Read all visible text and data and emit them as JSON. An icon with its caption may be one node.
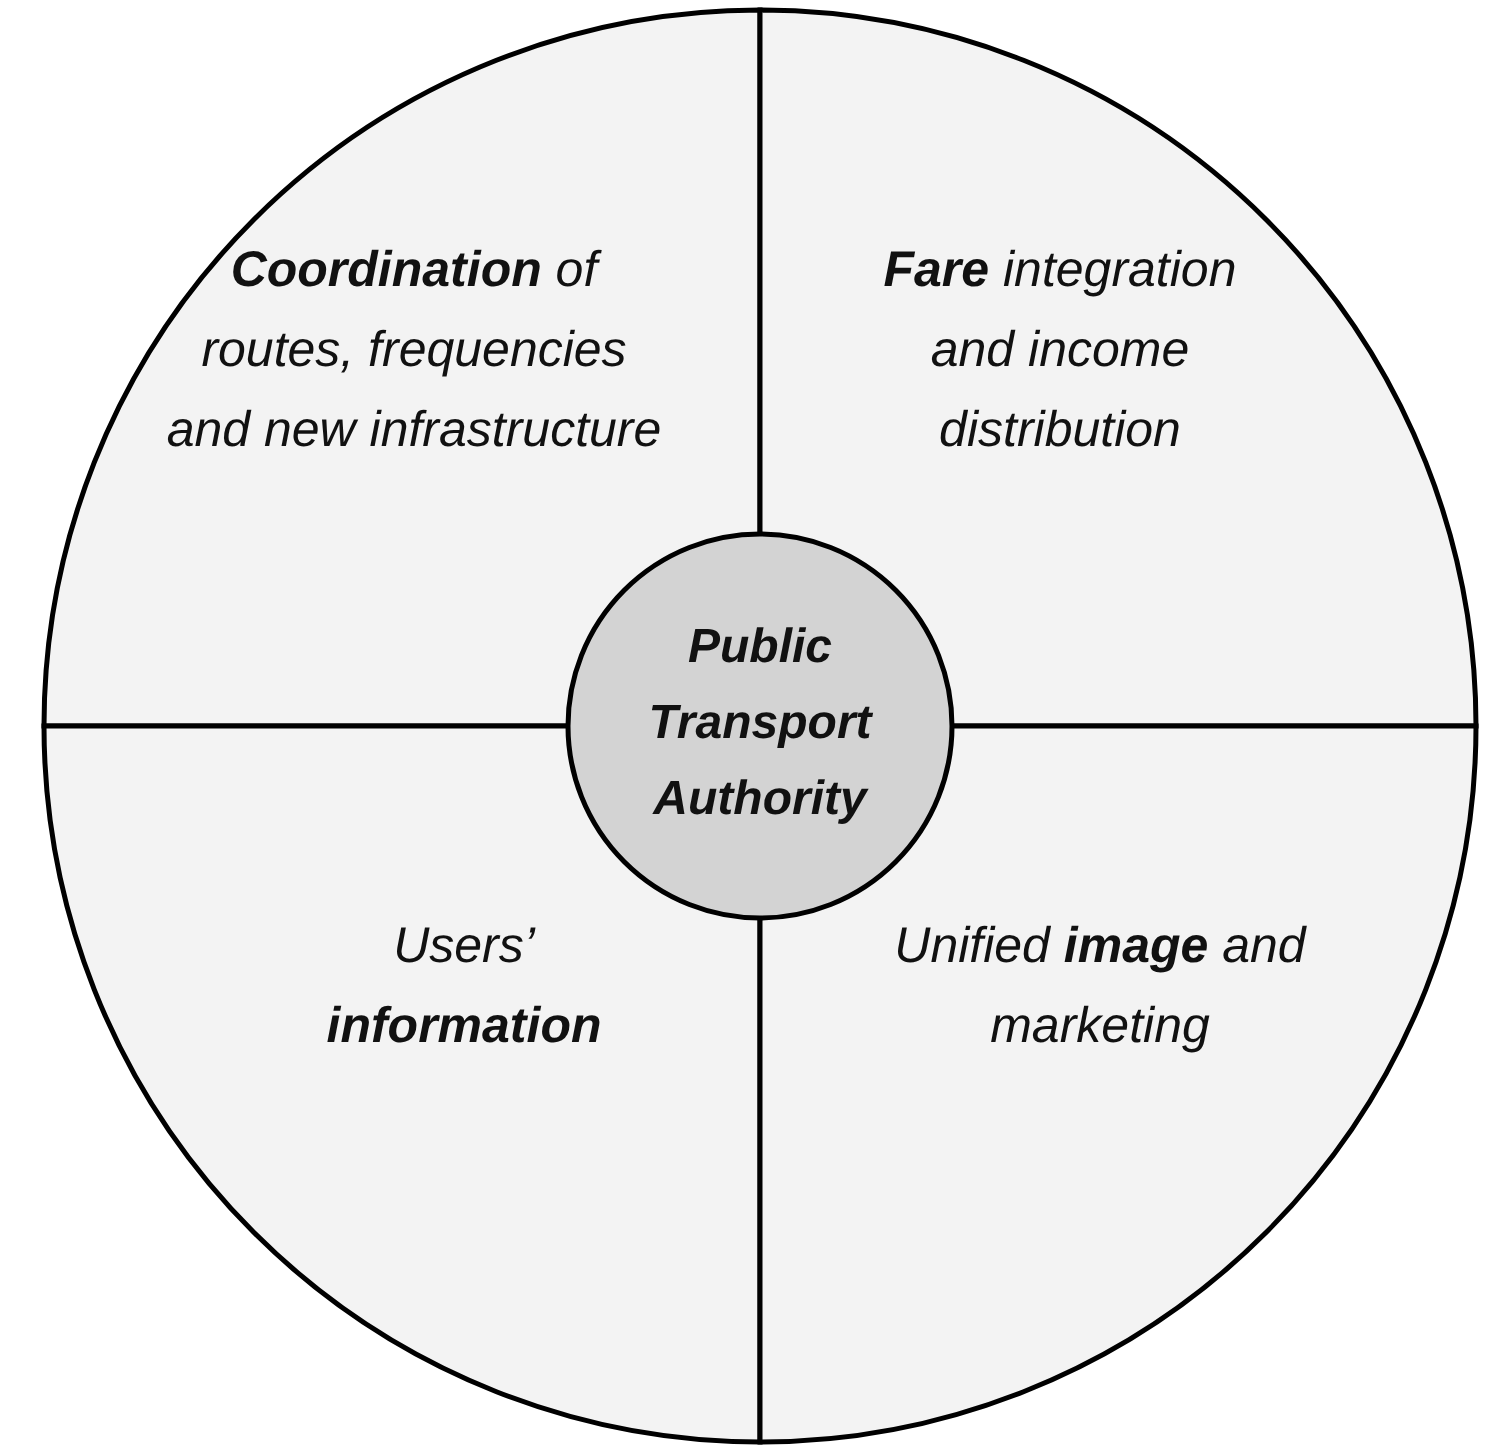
{
  "diagram": {
    "nodes": [
      {
        "text": [
          "**Coordination** of routes, frequencies and new infrastructure"
        ]
      },
      {
        "text": [
          "**Fare** integration and income distribution"
        ]
      },
      {
        "text": [
          "Users’ **information**"
        ]
      },
      {
        "text": [
          "Unified **image** and marketing"
        ]
      },
      {
        "text": [
          "Public Transport Authority"
        ]
      }
    ]
  }
}
